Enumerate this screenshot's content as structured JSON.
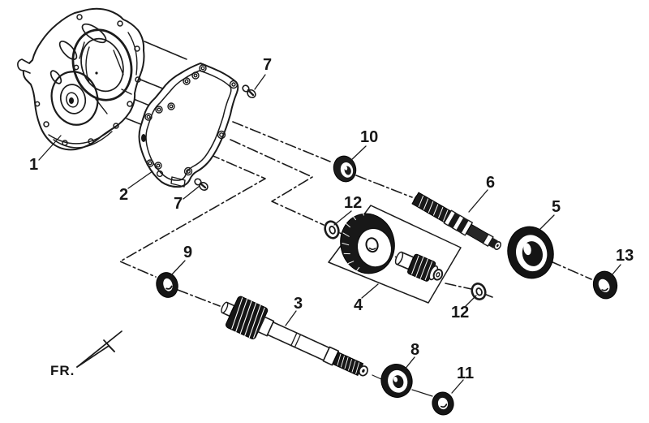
{
  "labels": {
    "l1": "1",
    "l2": "2",
    "l3": "3",
    "l4": "4",
    "l5": "5",
    "l6": "6",
    "l7a": "7",
    "l7b": "7",
    "l8": "8",
    "l9": "9",
    "l10": "10",
    "l11": "11",
    "l12a": "12",
    "l12b": "12",
    "l13": "13",
    "fr": "FR."
  },
  "colors": {
    "background": "#ffffff",
    "line": "#1b1b1b",
    "dark_fill": "#161616"
  }
}
